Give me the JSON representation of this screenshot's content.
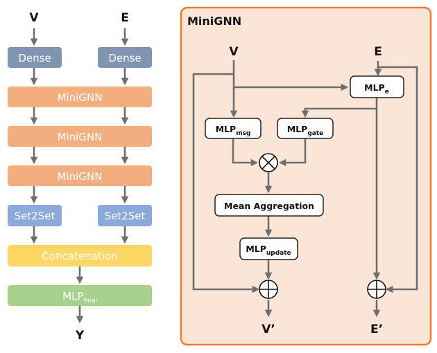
{
  "left_pipeline": {
    "inputs": {
      "v": "V",
      "e": "E"
    },
    "dense": {
      "left": "Dense",
      "right": "Dense"
    },
    "minignn_layers": [
      "MiniGNN",
      "MiniGNN",
      "MiniGNN"
    ],
    "set2set": {
      "left": "Set2Set",
      "right": "Set2Set"
    },
    "concat": "Concatenation",
    "mlp_final": {
      "main": "MLP",
      "sub": "final"
    },
    "output": "Y"
  },
  "minignn_panel": {
    "title": "MiniGNN",
    "inputs": {
      "v": "V",
      "e": "E"
    },
    "mlp_e": {
      "main": "MLP",
      "sub": "e"
    },
    "mlp_msg": {
      "main": "MLP",
      "sub": "msg"
    },
    "mlp_gate": {
      "main": "MLP",
      "sub": "gate"
    },
    "multiply_symbol": "⊗",
    "mean_agg": "Mean Aggregation",
    "mlp_update": {
      "main": "MLP",
      "sub": "update"
    },
    "outputs": {
      "v": "V’",
      "e": "E’"
    }
  },
  "colors": {
    "dense": "#7f95b2",
    "minignn": "#f3ae80",
    "set2set": "#8da9dc",
    "concat": "#fdd765",
    "mlp_final": "#a8d18d",
    "panel_bg": "#fbe5d6",
    "panel_border": "#ed7d31",
    "arrow": "#6e6e6e"
  }
}
